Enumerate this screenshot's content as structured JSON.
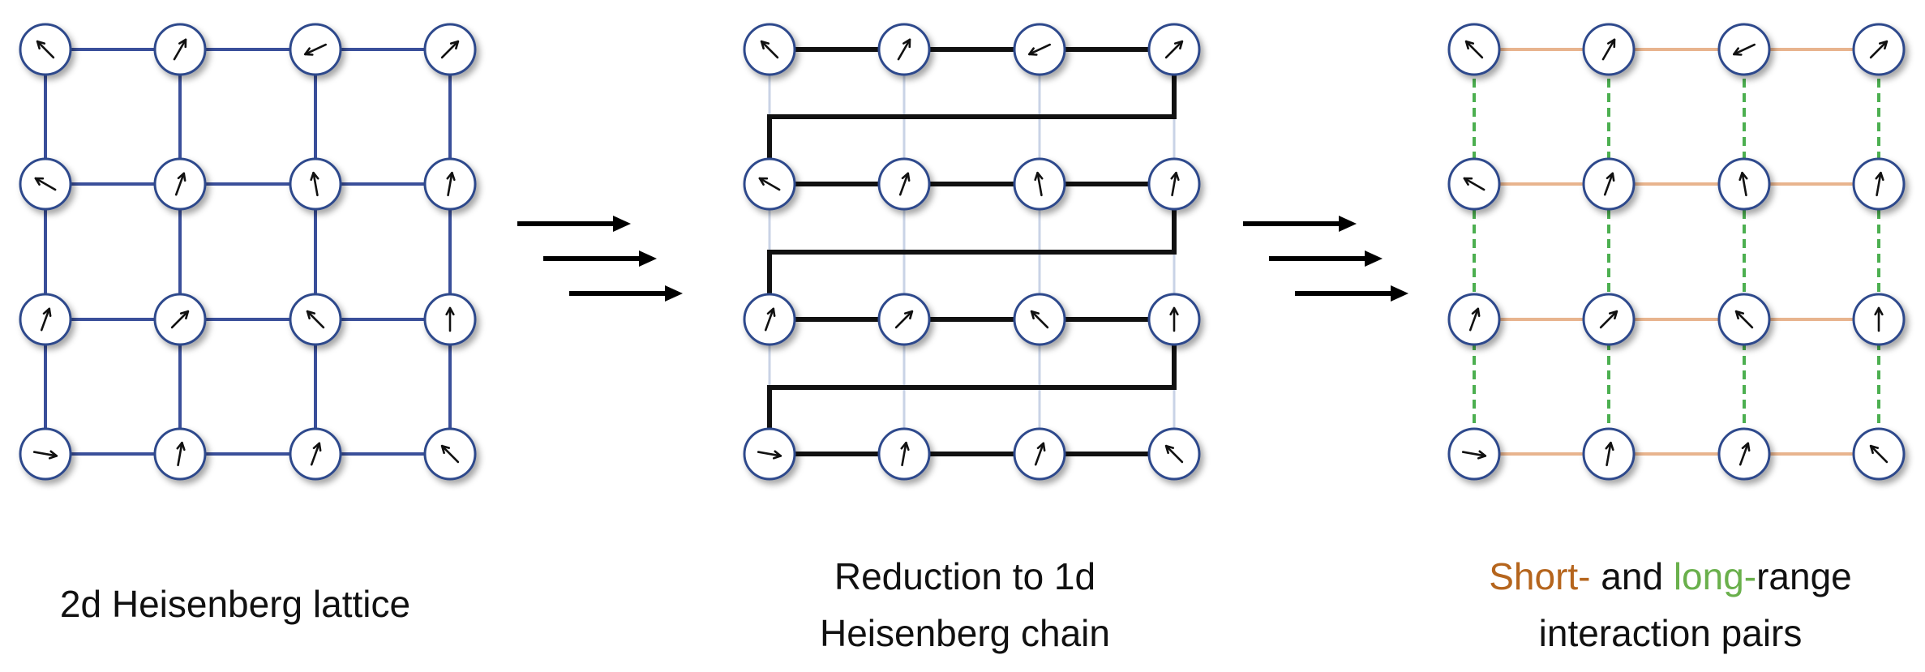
{
  "captions": {
    "panel1": "2d Heisenberg lattice",
    "panel2_line1": "Reduction to 1d",
    "panel2_line2": "Heisenberg chain",
    "panel3_short": "Short-",
    "panel3_and": " and ",
    "panel3_long": "long-",
    "panel3_range": "range",
    "panel3_line2": "interaction pairs"
  },
  "colors": {
    "lattice_edge": "#3a4f9a",
    "chain_edge": "#111111",
    "chain_ghost": "#c9d3e6",
    "short_range": "#e8b48e",
    "long_range": "#4caf50",
    "node_border": "#2f4a8c",
    "arrow": "#111111"
  },
  "spin_directions_deg": [
    [
      315,
      30,
      245,
      45
    ],
    [
      300,
      20,
      350,
      10
    ],
    [
      20,
      45,
      315,
      0
    ],
    [
      100,
      10,
      20,
      315
    ]
  ]
}
